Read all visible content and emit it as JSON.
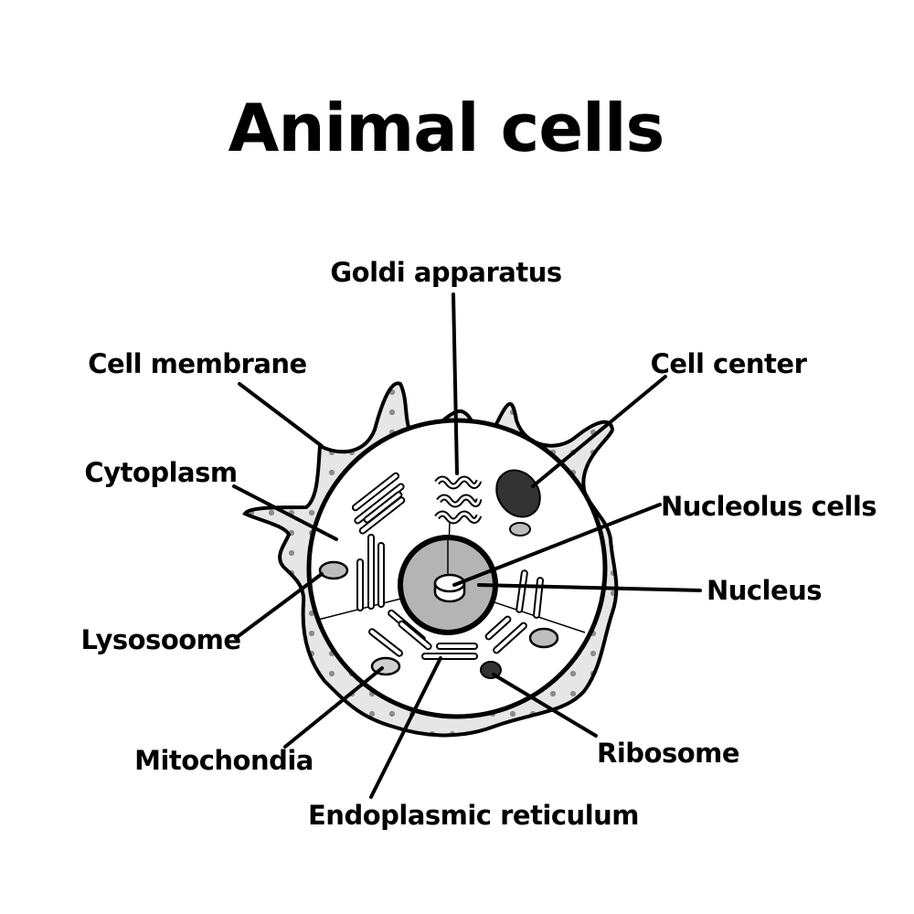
{
  "title": "Animal cells",
  "labels": {
    "goldi_apparatus": "Goldi apparatus",
    "cell_membrane": "Cell membrane",
    "cell_center": "Cell center",
    "cytoplasm": "Cytoplasm",
    "nucleolus_cells": "Nucleolus cells",
    "nucleus": "Nucleus",
    "lysosoome": "Lysosoome",
    "mitochondia": "Mitochondia",
    "ribosome": "Ribosome",
    "endoplasmic_reticulum": "Endoplasmic reticulum"
  },
  "colors": {
    "ink": "#000000",
    "cytoplasm_fill": "#ffffff",
    "outer_fill": "#e6e6e6",
    "dot": "#8c8c8c",
    "nucleus_fill": "#b4b4b4",
    "organelle_light": "#bdbdbd",
    "centrosome": "#333333"
  }
}
